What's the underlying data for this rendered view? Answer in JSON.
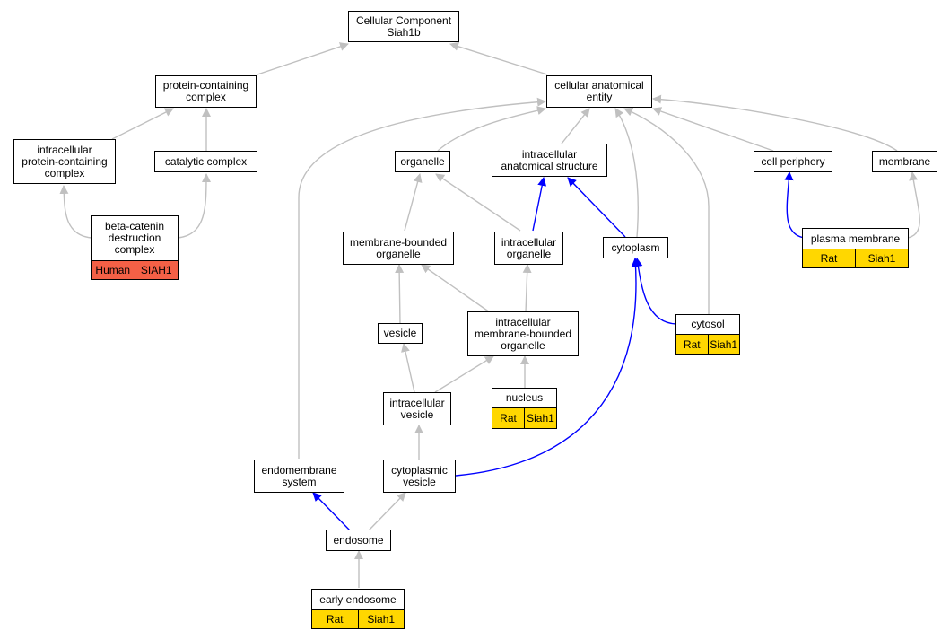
{
  "colors": {
    "gray_edge": "#c0c0c0",
    "blue_edge": "#0000ff",
    "rat_fill": "#ffd700",
    "human_fill": "#f46046"
  },
  "nodes": {
    "root": "Cellular Component\nSiah1b",
    "protein_containing_complex": "protein-containing\ncomplex",
    "cellular_anatomical_entity": "cellular anatomical\nentity",
    "intracellular_protein_containing_complex": "intracellular\nprotein-containing\ncomplex",
    "catalytic_complex": "catalytic complex",
    "organelle": "organelle",
    "intracellular_anatomical_structure": "intracellular\nanatomical structure",
    "cell_periphery": "cell periphery",
    "membrane": "membrane",
    "beta_catenin_destruction_complex": "beta-catenin\ndestruction\ncomplex",
    "membrane_bounded_organelle": "membrane-bounded\norganelle",
    "intracellular_organelle": "intracellular\norganelle",
    "cytoplasm": "cytoplasm",
    "plasma_membrane": "plasma membrane",
    "cytosol": "cytosol",
    "vesicle": "vesicle",
    "intracellular_membrane_bounded_organelle": "intracellular\nmembrane-bounded\norganelle",
    "nucleus": "nucleus",
    "intracellular_vesicle": "intracellular\nvesicle",
    "endomembrane_system": "endomembrane\nsystem",
    "cytoplasmic_vesicle": "cytoplasmic\nvesicle",
    "endosome": "endosome",
    "early_endosome": "early endosome"
  },
  "annotations": {
    "beta_catenin": {
      "species": "Human",
      "gene": "SIAH1"
    },
    "plasma_membrane": {
      "species": "Rat",
      "gene": "Siah1"
    },
    "cytosol": {
      "species": "Rat",
      "gene": "Siah1"
    },
    "nucleus": {
      "species": "Rat",
      "gene": "Siah1"
    },
    "early_endosome": {
      "species": "Rat",
      "gene": "Siah1"
    }
  },
  "edges": [
    {
      "from": "protein_containing_complex",
      "to": "root",
      "type": "gray"
    },
    {
      "from": "cellular_anatomical_entity",
      "to": "root",
      "type": "gray"
    },
    {
      "from": "intracellular_protein_containing_complex",
      "to": "protein_containing_complex",
      "type": "gray"
    },
    {
      "from": "catalytic_complex",
      "to": "protein_containing_complex",
      "type": "gray"
    },
    {
      "from": "beta_catenin_destruction_complex",
      "to": "intracellular_protein_containing_complex",
      "type": "gray"
    },
    {
      "from": "beta_catenin_destruction_complex",
      "to": "catalytic_complex",
      "type": "gray"
    },
    {
      "from": "organelle",
      "to": "cellular_anatomical_entity",
      "type": "gray"
    },
    {
      "from": "intracellular_anatomical_structure",
      "to": "cellular_anatomical_entity",
      "type": "gray"
    },
    {
      "from": "cell_periphery",
      "to": "cellular_anatomical_entity",
      "type": "gray"
    },
    {
      "from": "membrane",
      "to": "cellular_anatomical_entity",
      "type": "gray"
    },
    {
      "from": "endomembrane_system",
      "to": "cellular_anatomical_entity",
      "type": "gray"
    },
    {
      "from": "cytoplasm",
      "to": "cellular_anatomical_entity",
      "type": "gray"
    },
    {
      "from": "cytosol",
      "to": "cellular_anatomical_entity",
      "type": "gray"
    },
    {
      "from": "membrane_bounded_organelle",
      "to": "organelle",
      "type": "gray"
    },
    {
      "from": "intracellular_organelle",
      "to": "organelle",
      "type": "gray"
    },
    {
      "from": "intracellular_organelle",
      "to": "intracellular_anatomical_structure",
      "type": "blue"
    },
    {
      "from": "cytoplasm",
      "to": "intracellular_anatomical_structure",
      "type": "blue"
    },
    {
      "from": "plasma_membrane",
      "to": "cell_periphery",
      "type": "blue"
    },
    {
      "from": "plasma_membrane",
      "to": "membrane",
      "type": "gray"
    },
    {
      "from": "vesicle",
      "to": "membrane_bounded_organelle",
      "type": "gray"
    },
    {
      "from": "intracellular_membrane_bounded_organelle",
      "to": "membrane_bounded_organelle",
      "type": "gray"
    },
    {
      "from": "intracellular_membrane_bounded_organelle",
      "to": "intracellular_organelle",
      "type": "gray"
    },
    {
      "from": "cytosol",
      "to": "cytoplasm",
      "type": "blue"
    },
    {
      "from": "cytoplasmic_vesicle",
      "to": "cytoplasm",
      "type": "blue"
    },
    {
      "from": "nucleus",
      "to": "intracellular_membrane_bounded_organelle",
      "type": "gray"
    },
    {
      "from": "intracellular_vesicle",
      "to": "vesicle",
      "type": "gray"
    },
    {
      "from": "intracellular_vesicle",
      "to": "intracellular_membrane_bounded_organelle",
      "type": "gray"
    },
    {
      "from": "cytoplasmic_vesicle",
      "to": "intracellular_vesicle",
      "type": "gray"
    },
    {
      "from": "endosome",
      "to": "endomembrane_system",
      "type": "blue"
    },
    {
      "from": "endosome",
      "to": "cytoplasmic_vesicle",
      "type": "gray"
    },
    {
      "from": "early_endosome",
      "to": "endosome",
      "type": "gray"
    }
  ]
}
